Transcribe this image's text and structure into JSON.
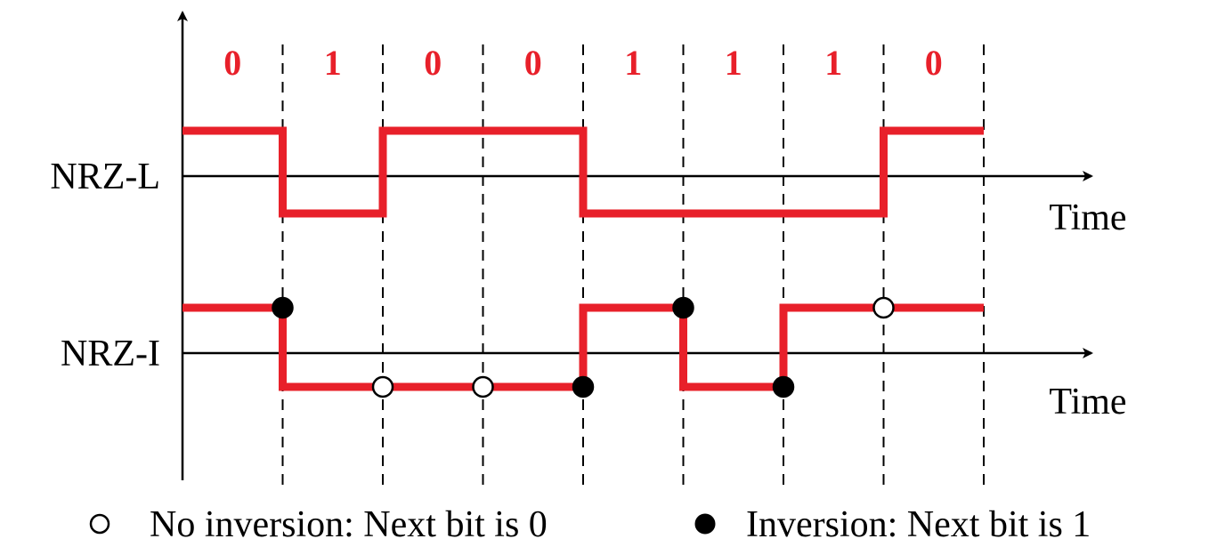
{
  "bits": [
    "0",
    "1",
    "0",
    "0",
    "1",
    "1",
    "1",
    "0"
  ],
  "signals": [
    {
      "label": "NRZ-L",
      "axis_label": "Time",
      "levels": [
        1,
        0,
        1,
        1,
        0,
        0,
        0,
        1
      ],
      "markers": []
    },
    {
      "label": "NRZ-I",
      "axis_label": "Time",
      "levels": [
        1,
        0,
        0,
        0,
        1,
        0,
        1,
        1
      ],
      "markers": [
        {
          "boundary": 1,
          "type": "inversion"
        },
        {
          "boundary": 2,
          "type": "no-inversion"
        },
        {
          "boundary": 3,
          "type": "no-inversion"
        },
        {
          "boundary": 4,
          "type": "inversion"
        },
        {
          "boundary": 5,
          "type": "inversion"
        },
        {
          "boundary": 6,
          "type": "inversion"
        },
        {
          "boundary": 7,
          "type": "no-inversion"
        }
      ]
    }
  ],
  "legend": {
    "no_inversion": "No inversion: Next bit is 0",
    "inversion": "Inversion: Next bit is 1"
  },
  "colors": {
    "signal": "#e8202a",
    "bit_text": "#e8202a",
    "axis": "#000000",
    "marker_fill_inversion": "#000000",
    "marker_fill_no_inversion": "#ffffff"
  }
}
